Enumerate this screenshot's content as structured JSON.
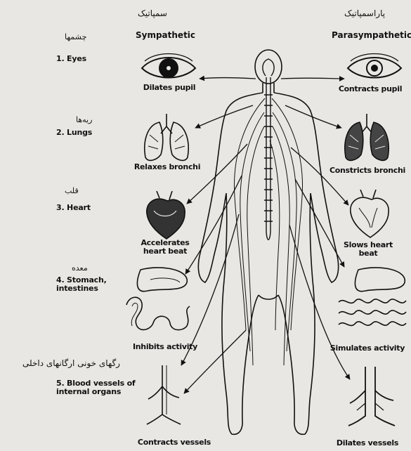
{
  "headers": {
    "sympathetic_fa": "سمپاتیک",
    "sympathetic_en": "Sympathetic",
    "parasympathetic_fa": "پاراسمپاتیک",
    "parasympathetic_en": "Parasympathetic"
  },
  "organs": [
    {
      "fa": "چشمها",
      "en": "1. Eyes"
    },
    {
      "fa": "ریه‌ها",
      "en": "2. Lungs"
    },
    {
      "fa": "قلب",
      "en": "3. Heart"
    },
    {
      "fa": "معده",
      "en": "4. Stomach, intestines"
    },
    {
      "fa": "رگهای خونی ارگانهای داخلی",
      "en": "5. Blood vessels of internal organs"
    }
  ],
  "sympathetic_effects": [
    "Dilates pupil",
    "Relaxes bronchi",
    "Accelerates heart beat",
    "Inhibits activity",
    "Contracts vessels"
  ],
  "parasympathetic_effects": [
    "Contracts pupil",
    "Constricts bronchi",
    "Slows heart beat",
    "Simulates activity",
    "Dilates vessels"
  ],
  "colors": {
    "background": "#e9e7e3",
    "ink": "#111111"
  }
}
